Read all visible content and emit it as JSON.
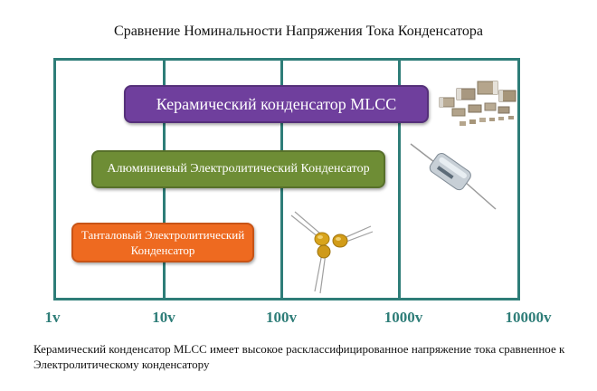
{
  "title": "Сравнение Номинальности Напряжения Тока Конденсатора",
  "axis": {
    "ticks": [
      "1v",
      "10v",
      "100v",
      "1000v",
      "10000v"
    ]
  },
  "bars": {
    "mlcc": "Керамический конденсатор MLCC",
    "aluminum": "Алюминиевый Электролитический Конденсатор",
    "tantalum_line1": "Танталовый Электролитический",
    "tantalum_line2": "Конденсатор"
  },
  "caption": "Керамический конденсатор MLCC имеет высокое расклассифицированное напряжение тока сравненное к Электролитическому конденсатору",
  "colors": {
    "grid": "#2e7d78",
    "mlcc": "#6f3f9d",
    "aluminum": "#6e8d35",
    "tantalum": "#ee6a20"
  }
}
